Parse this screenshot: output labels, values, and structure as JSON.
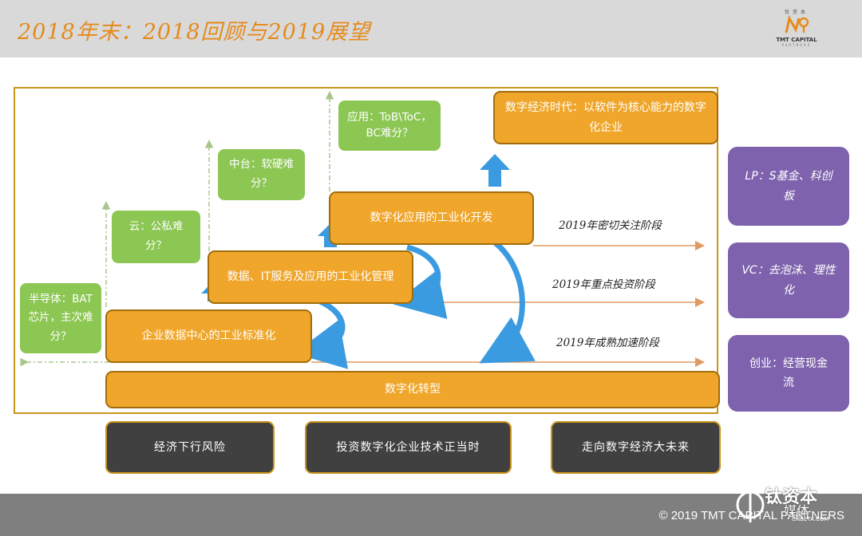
{
  "title": "2018年末：2018回顾与2019展望",
  "logo": {
    "name_cn": "钛资本",
    "name_en": "TMT CAPITAL",
    "sub": "PARTNERS"
  },
  "green_boxes": {
    "semiconductor": "半导体：BAT芯片，主次难分？",
    "cloud": "云：公私难分？",
    "middle_platform": "中台：软硬难分？",
    "application": "应用：ToB\\ToC，BC难分？"
  },
  "orange_boxes": {
    "foundation": "数字化转型",
    "step1": "企业数据中心的工业标准化",
    "step2": "数据、IT服务及应用的工业化管理",
    "step3": "数字化应用的工业化开发",
    "top": "数字经济时代：以软件为核心能力的数字化企业"
  },
  "stages": {
    "s1": "2019年密切关注阶段",
    "s2": "2019年重点投资阶段",
    "s3": "2019年成熟加速阶段"
  },
  "right_boxes": {
    "lp": "LP：S基金、科创板",
    "vc": "VC：去泡沫、理性化",
    "startup": "创业：经营现金流"
  },
  "bottom_boxes": {
    "b1": "经济下行风险",
    "b2": "投资数字化企业技术正当时",
    "b3": "走向数字经济大未来"
  },
  "footer": {
    "copyright": "© 2019 TMT CAPITAL PARTNERS"
  },
  "watermark": {
    "text": "钛资本",
    "sub": "媒体",
    "url": "CNBETA.COM"
  },
  "colors": {
    "orange": "#efa62b",
    "green": "#8cc653",
    "purple": "#7e62ad",
    "dark": "#404040",
    "blue_arrow": "#3b9be0",
    "title": "#e58b1d"
  }
}
